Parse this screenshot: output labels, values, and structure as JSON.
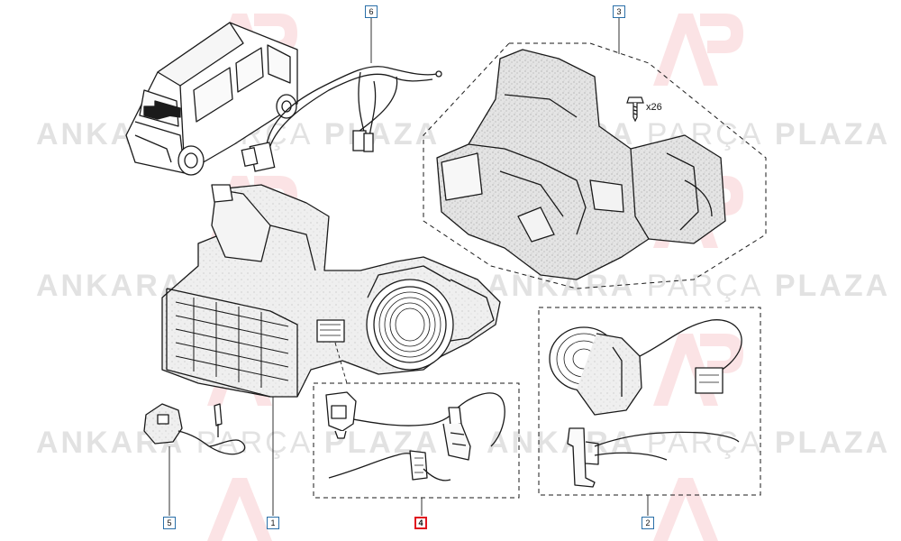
{
  "watermark": {
    "word1": "ANKARA",
    "word2": "PARÇA",
    "word3": "PLAZA",
    "logo_color": "#e8646a"
  },
  "callouts": [
    {
      "id": "c1",
      "label": "1",
      "highlight": false
    },
    {
      "id": "c2",
      "label": "2",
      "highlight": false
    },
    {
      "id": "c3",
      "label": "3",
      "highlight": false
    },
    {
      "id": "c4",
      "label": "4",
      "highlight": true
    },
    {
      "id": "c5",
      "label": "5",
      "highlight": false
    },
    {
      "id": "c6",
      "label": "6",
      "highlight": false
    }
  ],
  "quantity_label": "x26",
  "colors": {
    "line": "#1a1a1a",
    "callout_border": "#2a6fa8",
    "highlight": "#e0141e",
    "texture": "#d9d9d9"
  }
}
